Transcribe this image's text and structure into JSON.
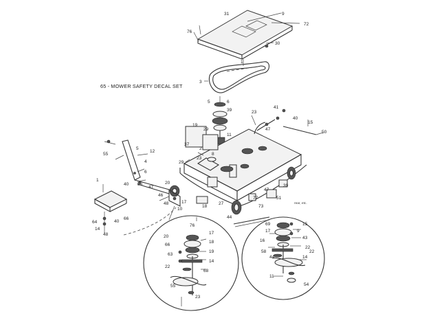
{
  "diagram": {
    "decal_set_label": "65 - MOWER SAFETY DECAL SET",
    "small_note": "rear, etc.",
    "callouts": {
      "deck_cover": [
        "31",
        "9",
        "72",
        "30",
        "76"
      ],
      "belt": [
        "1",
        "3"
      ],
      "upper_center": [
        "5",
        "6",
        "39",
        "29",
        "11",
        "37",
        "2",
        "8",
        "19",
        "23",
        "41",
        "40",
        "47",
        "15",
        "50"
      ],
      "left_arm": [
        "55",
        "5",
        "12",
        "4",
        "6",
        "40",
        "56",
        "47",
        "46",
        "48",
        "10",
        "17",
        "20"
      ],
      "left_plate": [
        "1",
        "64",
        "66",
        "14",
        "48",
        "40"
      ],
      "deck_body": [
        "29",
        "23",
        "73",
        "77",
        "51",
        "18",
        "27",
        "47",
        "39",
        "44"
      ],
      "left_circle": [
        "20",
        "66",
        "63",
        "22",
        "17",
        "18",
        "19",
        "14",
        "68",
        "76",
        "55",
        "23"
      ],
      "right_circle": [
        "69",
        "17",
        "15",
        "43",
        "16",
        "22",
        "14",
        "58",
        "44",
        "22",
        "54",
        "11",
        "9"
      ]
    }
  }
}
